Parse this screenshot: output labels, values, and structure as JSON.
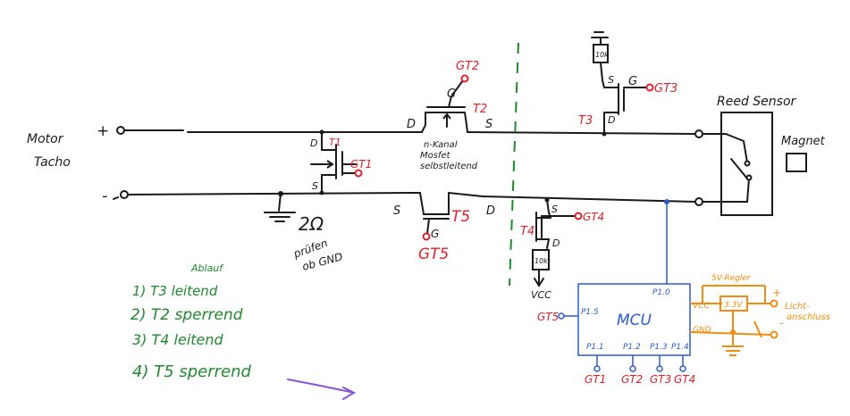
{
  "colors": {
    "ink": "#1a1a1a",
    "label_red": "#e0202a",
    "note_green": "#1f8a2e",
    "mcu_blue": "#2a5bd0",
    "regulator_orange": "#f08c10",
    "arrow_purple": "#8a55d6"
  },
  "motor": {
    "line1": "Motor",
    "line2": "Tacho",
    "plus": "+",
    "minus": "-"
  },
  "transistors": {
    "t1": {
      "name": "T1",
      "drain": "D",
      "source": "S",
      "gate_net": "GT1"
    },
    "t2": {
      "name": "T2",
      "drain": "D",
      "source": "S",
      "gate": "G",
      "gate_net": "GT2",
      "note_line1": "n-Kanal",
      "note_line2": "Mosfet",
      "note_line3": "selbstleitend"
    },
    "t3": {
      "name": "T3",
      "drain": "D",
      "source": "S",
      "gate": "G",
      "gate_net": "GT3",
      "resistor": "10k"
    },
    "t4": {
      "name": "T4",
      "drain": "D",
      "source": "S",
      "gate_net": "GT4",
      "resistor": "10k",
      "vcc": "VCC"
    },
    "t5": {
      "name": "T5",
      "drain": "D",
      "source": "S",
      "gate": "G",
      "gate_net": "GT5"
    }
  },
  "gnd_note": {
    "value": "2Ω",
    "line1": "prüfen",
    "line2": "ob GND"
  },
  "reed": {
    "title": "Reed Sensor",
    "magnet": "Magnet"
  },
  "mcu": {
    "title": "MCU",
    "p15": "P1.5",
    "p10": "P1.0",
    "vcc": "VCC",
    "gnd": "GND",
    "p11": "P1.1",
    "p12": "P1.2",
    "p13": "P1.3",
    "p14": "P1.4",
    "left_net": "GT5",
    "bottom_nets": [
      "GT1",
      "GT2",
      "GT3",
      "GT4"
    ]
  },
  "regulator": {
    "title": "5V-Regler",
    "value": "3.3V",
    "plus": "+",
    "minus": "-",
    "light_line1": "Licht-",
    "light_line2": "anschluss"
  },
  "ablauf": {
    "title": "Ablauf",
    "steps": [
      "1) T3 leitend",
      "2) T2 sperrend",
      "3) T4 leitend",
      "4) T5 sperrend"
    ]
  }
}
